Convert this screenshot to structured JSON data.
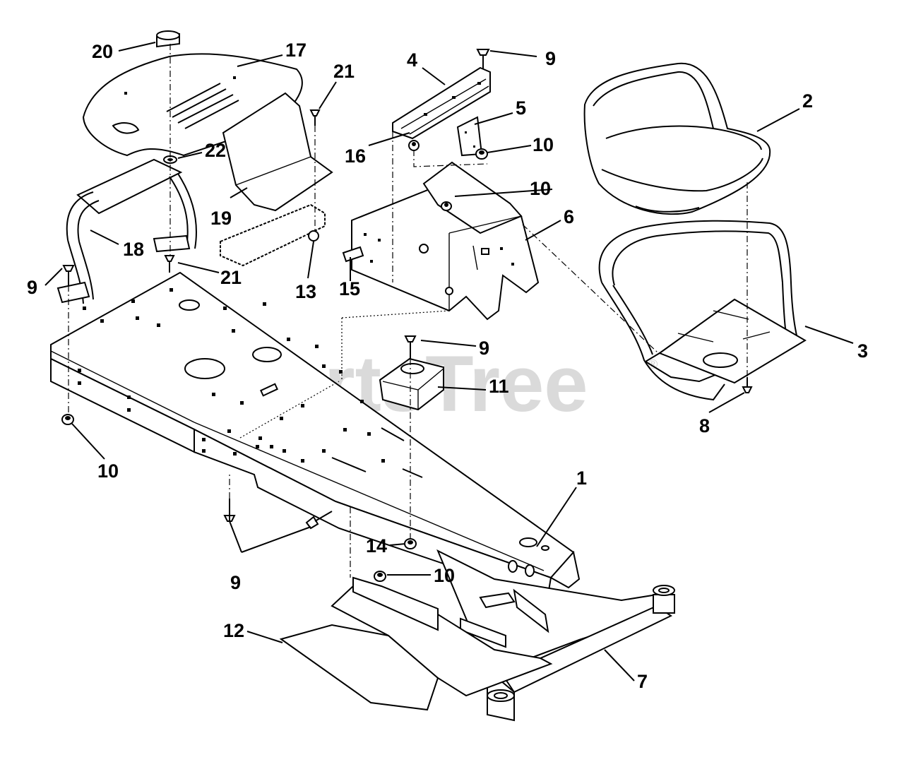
{
  "watermark": {
    "text": "PartsTree",
    "mark": "®"
  },
  "callouts": [
    {
      "id": "c1",
      "label": "1"
    },
    {
      "id": "c2",
      "label": "2"
    },
    {
      "id": "c3",
      "label": "3"
    },
    {
      "id": "c4",
      "label": "4"
    },
    {
      "id": "c5",
      "label": "5"
    },
    {
      "id": "c6",
      "label": "6"
    },
    {
      "id": "c7",
      "label": "7"
    },
    {
      "id": "c8",
      "label": "8"
    },
    {
      "id": "c9a",
      "label": "9"
    },
    {
      "id": "c9b",
      "label": "9"
    },
    {
      "id": "c9c",
      "label": "9"
    },
    {
      "id": "c9d",
      "label": "9"
    },
    {
      "id": "c10a",
      "label": "10"
    },
    {
      "id": "c10b",
      "label": "10"
    },
    {
      "id": "c10c",
      "label": "10"
    },
    {
      "id": "c10d",
      "label": "10"
    },
    {
      "id": "c11",
      "label": "11"
    },
    {
      "id": "c12",
      "label": "12"
    },
    {
      "id": "c13",
      "label": "13"
    },
    {
      "id": "c14",
      "label": "14"
    },
    {
      "id": "c15",
      "label": "15"
    },
    {
      "id": "c16",
      "label": "16"
    },
    {
      "id": "c17",
      "label": "17"
    },
    {
      "id": "c18",
      "label": "18"
    },
    {
      "id": "c19",
      "label": "19"
    },
    {
      "id": "c20",
      "label": "20"
    },
    {
      "id": "c21a",
      "label": "21"
    },
    {
      "id": "c21b",
      "label": "21"
    },
    {
      "id": "c22",
      "label": "22"
    }
  ]
}
